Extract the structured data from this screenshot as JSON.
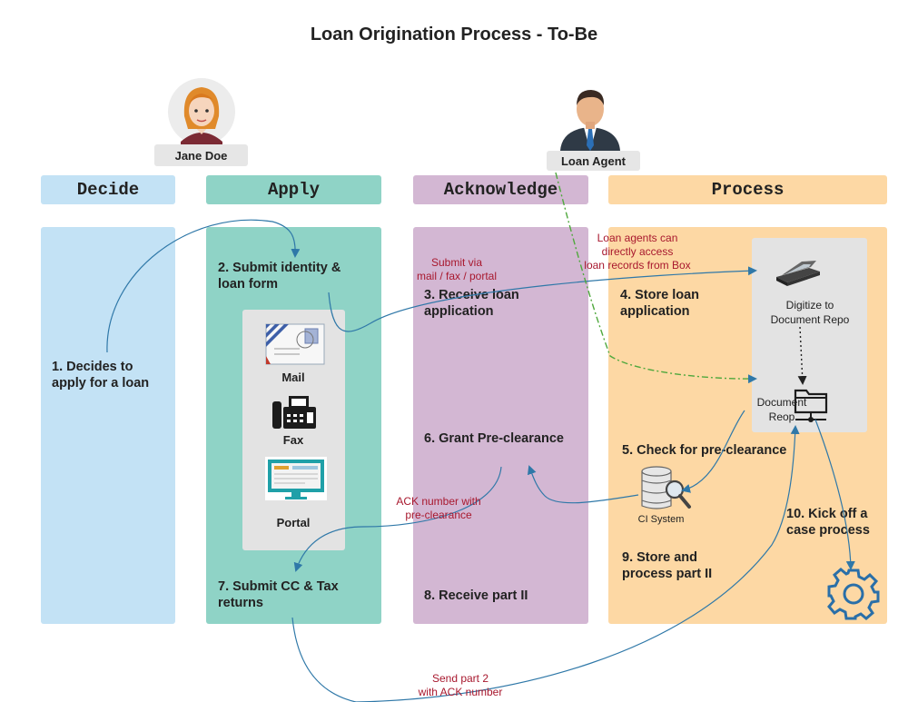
{
  "title": "Loan Origination Process - To-Be",
  "actors": {
    "applicant": "Jane Doe",
    "agent": "Loan Agent"
  },
  "lanes": {
    "decide": "Decide",
    "apply": "Apply",
    "acknowledge": "Acknowledge",
    "process": "Process"
  },
  "colors": {
    "decide": "#c3e2f5",
    "apply": "#8fd3c6",
    "acknowledge": "#d3b7d3",
    "process": "#fdd8a4",
    "flow_line": "#2f78a8",
    "agent_line": "#4fa83d",
    "annotation": "#a8182e"
  },
  "steps": {
    "s1": "1.  Decides to\napply for a loan",
    "s2": "2.  Submit identity &\nloan form",
    "s3": "3.  Receive loan\napplication",
    "s4": "4.  Store loan\napplication",
    "s5": "5.  Check for pre-clearance",
    "s6": "6.  Grant Pre-clearance",
    "s7": "7.  Submit CC & Tax\nreturns",
    "s8": "8.  Receive part II",
    "s9": "9. Store and\nprocess part II",
    "s10": "10.  Kick off a\ncase process"
  },
  "channels": {
    "mail": "Mail",
    "fax": "Fax",
    "portal": "Portal"
  },
  "systems": {
    "digitize": "Digitize to\nDocument Repo",
    "repo": "Document\nReop",
    "ci": "CI System"
  },
  "annotations": {
    "submit_via": "Submit via\nmail / fax / portal",
    "agent_access": "Loan agents can\ndirectly access\nloan records from Box",
    "ack_number": "ACK number with\npre-clearance",
    "send_part2": "Send part 2\nwith ACK number"
  },
  "icons": {
    "applicant": "woman-avatar-icon",
    "agent": "businessman-avatar-icon",
    "mail": "envelope-icon",
    "fax": "fax-machine-icon",
    "portal": "web-portal-icon",
    "scanner": "scanner-icon",
    "repo": "folder-network-icon",
    "ci": "database-search-icon",
    "case": "gear-icon"
  }
}
